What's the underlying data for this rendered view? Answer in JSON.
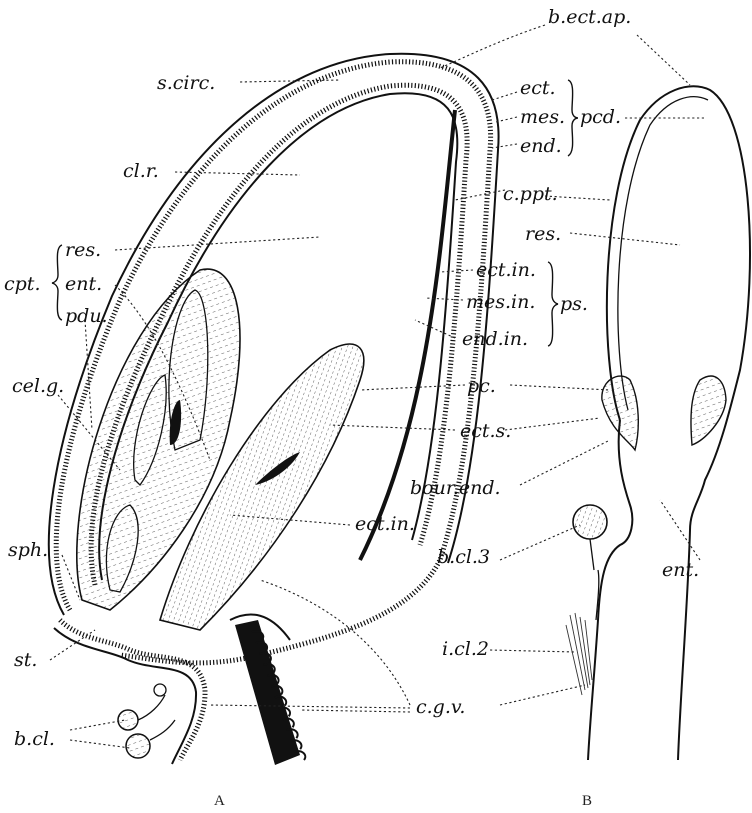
{
  "figure": {
    "panel_a": "A",
    "panel_b": "B"
  },
  "labels": {
    "b_ect_ap": "b.ect.ap.",
    "s_circ": "s.circ.",
    "ect": "ect.",
    "mes": "mes.",
    "end": "end.",
    "pcd": "pcd.",
    "cl_r": "cl.r.",
    "c_ppt": "c.ppt.",
    "res_a": "res.",
    "res_b": "res.",
    "cpt": "cpt.",
    "ent_a": "ent.",
    "pdu": "pdu.",
    "ect_in": "ect.in.",
    "mes_in": "mes.in.",
    "end_in": "end.in.",
    "ps": "ps.",
    "cel_g": "cel.g.",
    "pc": "pc.",
    "ect_s": "ect.s.",
    "bour_end": "bour.end.",
    "ect_in_2": "ect.in.",
    "sph": "sph.",
    "b_cl_3": "b.cl.3",
    "ent_b": "ent.",
    "i_cl_2": "i.cl.2",
    "st": "st.",
    "c_g_v": "c.g.v.",
    "b_cl": "b.cl."
  }
}
